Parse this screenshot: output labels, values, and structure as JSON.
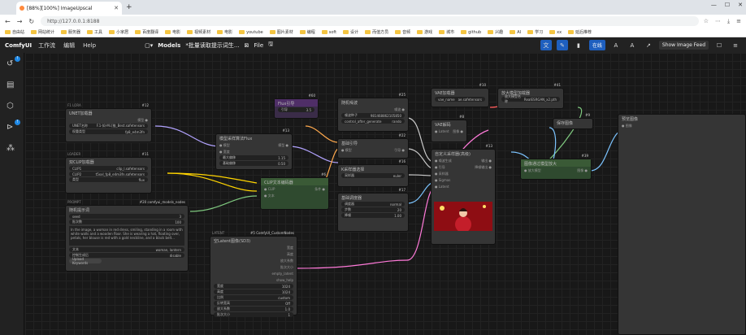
{
  "browser": {
    "tab_title": "[88%][100%] ImageUpscal",
    "url": "http://127.0.0.1:8188"
  },
  "bookmarks": [
    "自由站",
    "网站统计",
    "服务器",
    "工具",
    "小家居",
    "百度翻译",
    "电影",
    "视频素材",
    "电影",
    "youtube",
    "图片素材",
    "编程",
    "soft",
    "设计",
    "而值方员",
    "音频",
    "游戏",
    "城市",
    "github",
    "兴趣",
    "AI",
    "学习",
    "xx",
    "延后推荐"
  ],
  "menubar": {
    "logo": "ComfyUI",
    "items": [
      "工作流",
      "编辑",
      "Help"
    ],
    "workflow_label": "Models",
    "workflow_title": "*批量读取提示词生...",
    "file_label": "File",
    "queue_label": "在线",
    "image_feed_label": "Show Image Feed"
  },
  "nodes": {
    "unet_loader": {
      "id": "#12",
      "title": "UNET加载器",
      "w1": "UNET名称",
      "v1": "F.1-如-Mi.[推_Best.safetensors",
      "w2": "权重类型",
      "v2": "fp8_e4m3fn"
    },
    "clip_loader": {
      "id": "#11",
      "title": "双CLIP加载器",
      "w1": "CLIP1",
      "v1": "clip_l.safetensors",
      "w2": "CLIP2",
      "v2": "t5xxl_fp8_e4m3fn.safetensors",
      "w3": "类型",
      "v3": "flux"
    },
    "custom_node": {
      "id": "#20 comfyui_models_nodes",
      "title": "随机提示词",
      "w1": "seed",
      "v1": "3",
      "w2": "批次数",
      "v2": "100",
      "text": "In the image, a woman in red dress, smiling, standing in a room with white walls and a wooden floor. She is wearing a hat, floating over, petals, her blouse is red with a gold neckline, and a black belt...",
      "w3": "文本",
      "v3": "woman, lantern",
      "w4": "控制生成后",
      "v4": "disable",
      "btn": "Upload Keywords"
    },
    "sampler_settings": {
      "id": "#13",
      "title": "模型采样算法Flux",
      "w1": "最大偏移",
      "v1": "1.15",
      "w2": "基础偏移",
      "v2": "0.50"
    },
    "flux_guidance": {
      "id": "#60",
      "title": "Flux引导",
      "w1": "引导",
      "v1": "3.5"
    },
    "clip_encode": {
      "id": "#6",
      "title": "CLIP文本编码器"
    },
    "random_noise": {
      "id": "#25",
      "title": "随机噪波",
      "w1": "噪波种子",
      "v1": "981468862105850",
      "w2": "control_after_generate",
      "v2": "rando"
    },
    "basic_guider": {
      "id": "#22",
      "title": "基础引导"
    },
    "k_sampler_select": {
      "id": "#16",
      "title": "K采样器选择",
      "w1": "采样器",
      "v1": "euler"
    },
    "basic_scheduler": {
      "id": "#17",
      "title": "基础调度器",
      "w1": "调度器",
      "v1": "normal",
      "w2": "步数",
      "v2": "20",
      "w3": "降噪",
      "v3": "1.00"
    },
    "vae_loader": {
      "id": "#10",
      "title": "VAE加载器",
      "w1": "vae_name",
      "v1": "ae.safetensors"
    },
    "vae_decode": {
      "id": "#8",
      "title": "VAE解码"
    },
    "custom_sampler": {
      "id": "#13",
      "title": "自定义采样器(高级)"
    },
    "upscale_loader": {
      "id": "#41",
      "title": "放大模型加载器",
      "w1": "放大模型名称",
      "v1": "RealESRGAN_x2.pth"
    },
    "image_upscale": {
      "id": "#39",
      "title": "图像通过模型放大"
    },
    "save_image": {
      "id": "#9",
      "title": "保存图像"
    },
    "preview_image": {
      "id": "",
      "title": "预览图像"
    },
    "empty_latent": {
      "id": "#5 ComfyUI_CustomNodes",
      "title": "空Latent图像(SD3)",
      "outs": [
        "宽度",
        "高度",
        "放大系数",
        "批次大小",
        "empty_latent",
        "show_help"
      ],
      "w1": "宽度",
      "v1": "1024",
      "w2": "高度",
      "v2": "1024",
      "w3": "比例",
      "v3": "custom",
      "w4": "反转宽高",
      "v4": "Off",
      "w5": "放大系数",
      "v5": "1.0",
      "w6": "批次大小",
      "v6": "1"
    }
  },
  "colors": {
    "accent": "#1e5fbf",
    "canvas": "#181818",
    "node": "#353535"
  }
}
